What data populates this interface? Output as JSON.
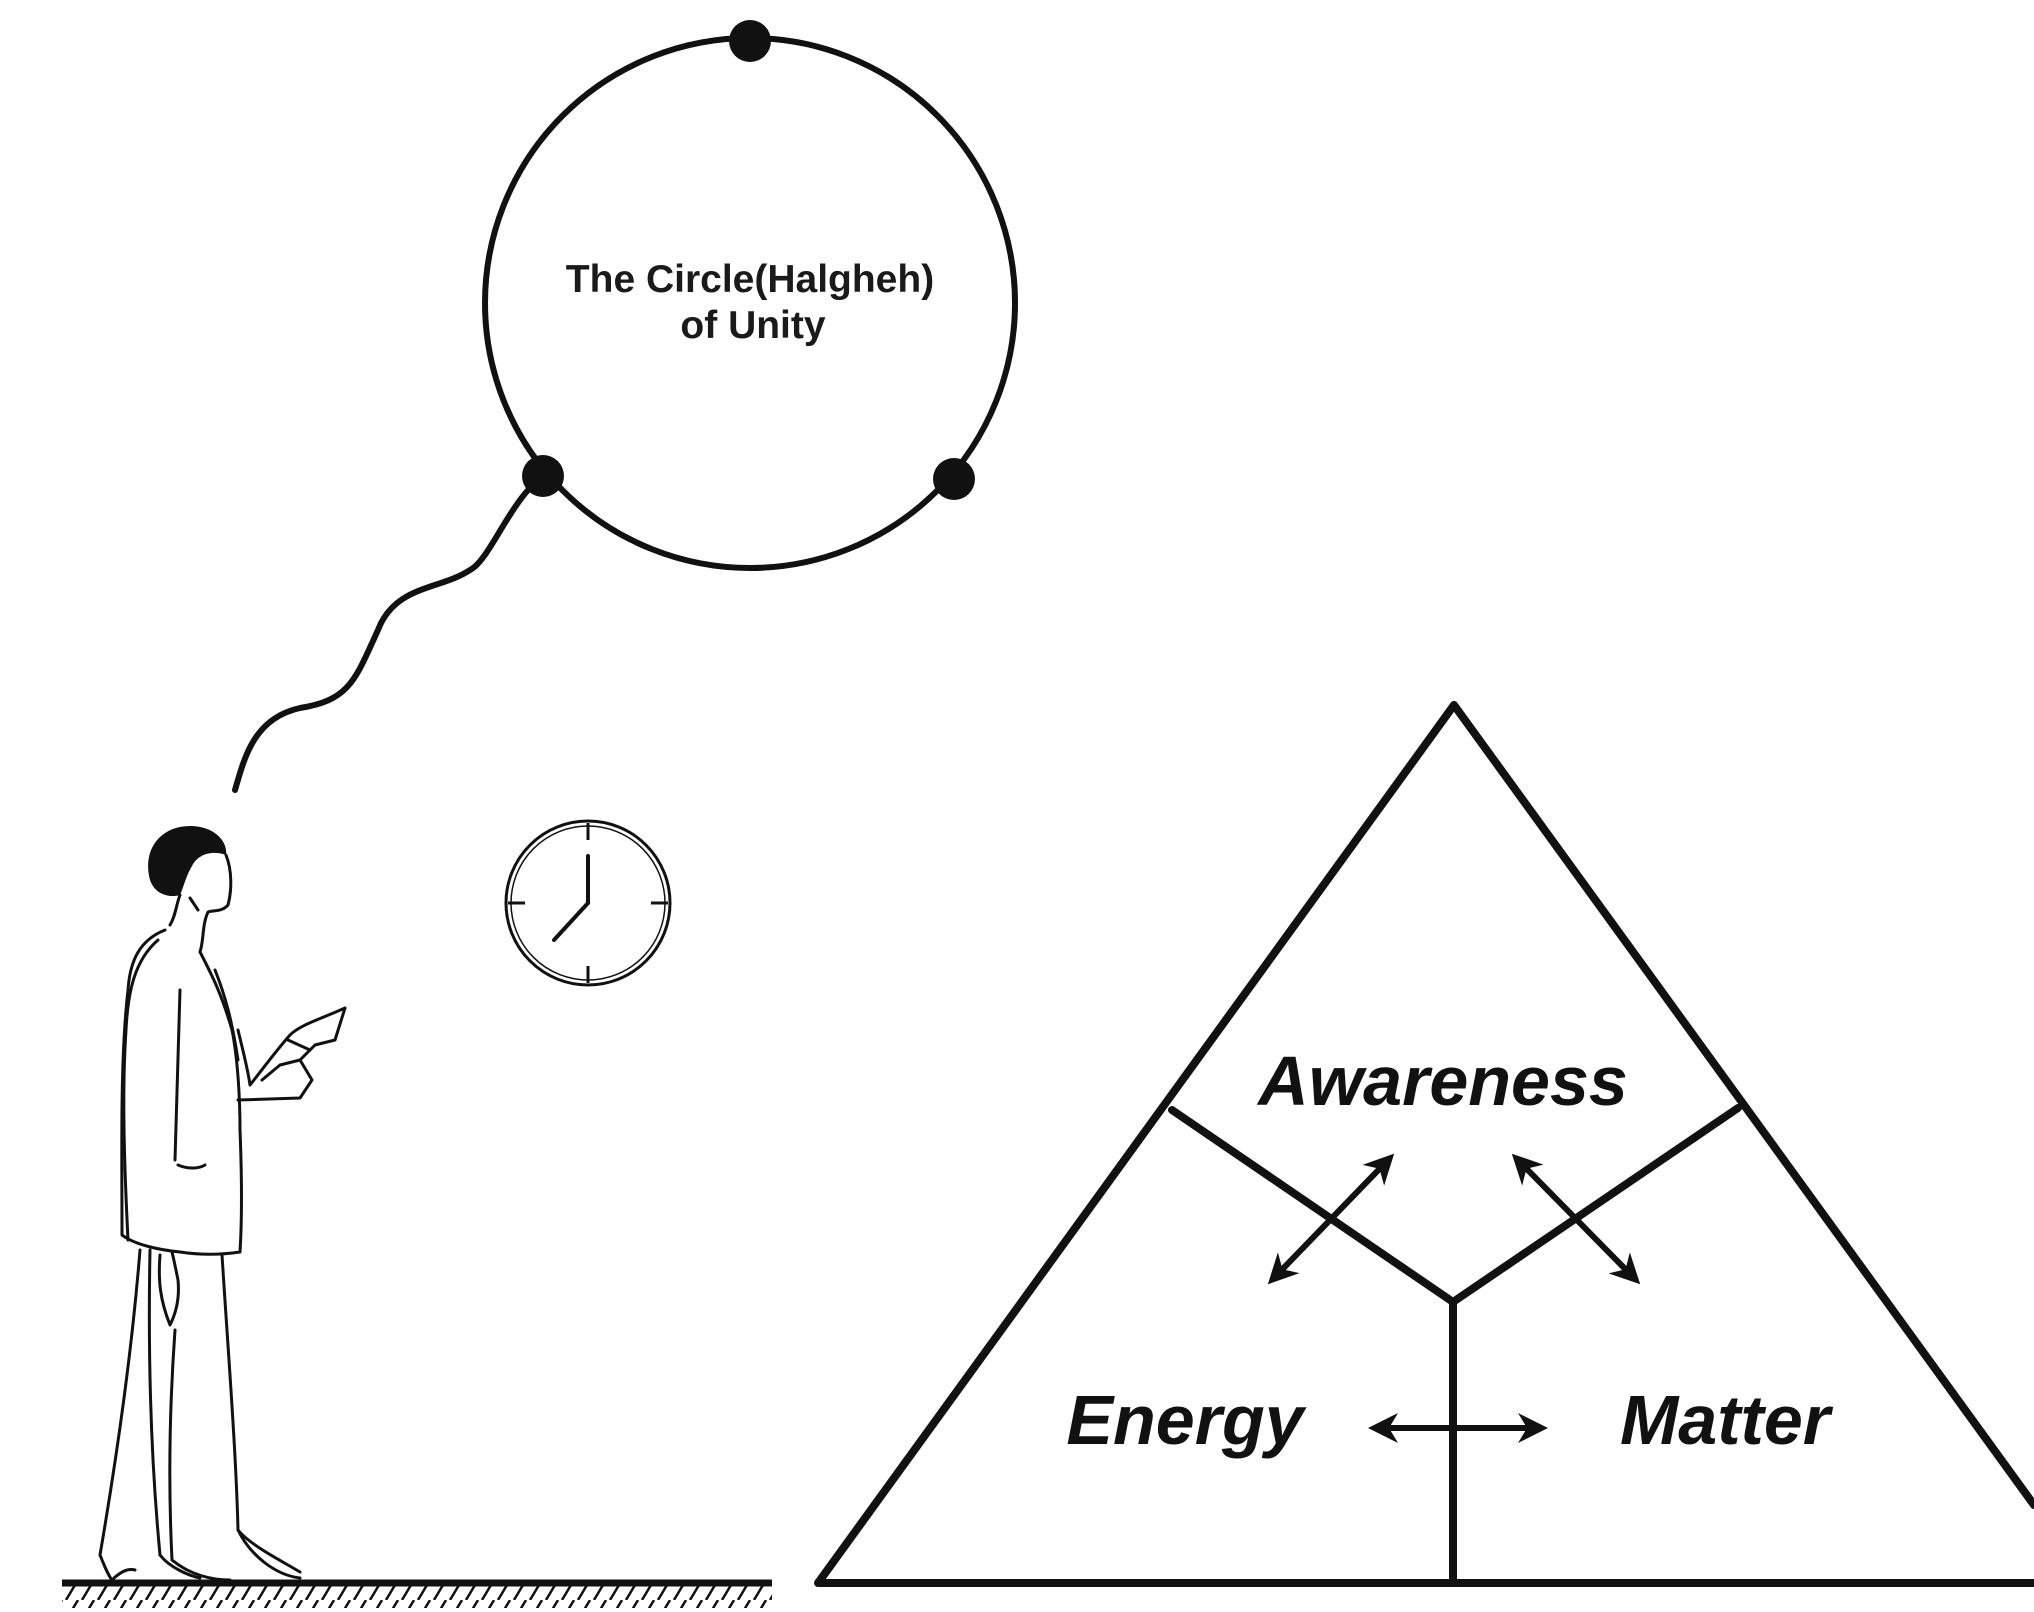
{
  "circle": {
    "label_line1": "The Circle(Halgheh)",
    "label_line2": "of Unity"
  },
  "triangle": {
    "top_region": "Awareness",
    "left_region": "Energy",
    "right_region": "Matter"
  },
  "icons": {
    "person": "standing-person-icon",
    "clock": "wall-clock-icon",
    "ground": "hatched-ground-icon",
    "arrows": "double-headed-arrow-icon"
  },
  "colors": {
    "ink": "#111111",
    "background": "#ffffff"
  }
}
